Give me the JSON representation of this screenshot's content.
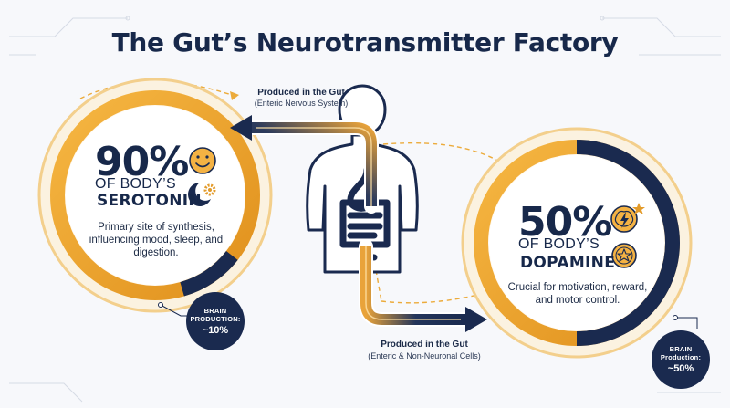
{
  "title": "The Gut’s Neurotransmitter Factory",
  "serotonin": {
    "percent": "90%",
    "of_body": "OF BODY’S",
    "name": "SEROTONIN",
    "description": [
      "Primary site of synthesis,",
      "influencing mood, sleep, and",
      "digestion."
    ],
    "badge_label": [
      "BRAIN",
      "PRODUCTION:"
    ],
    "badge_value": "~10%",
    "share": 0.9
  },
  "dopamine": {
    "percent": "50%",
    "of_body": "OF BODY’S",
    "name": "DOPAMINE",
    "description": [
      "Crucial for motivation, reward,",
      "and motor control."
    ],
    "badge_label": [
      "BRAIN",
      "Production:"
    ],
    "badge_value": "~50%",
    "share": 0.5
  },
  "top_source": {
    "title": "Produced in the Gut",
    "subtitle": "(Enteric Nervous System)"
  },
  "bottom_source": {
    "title": "Produced in the Gut",
    "subtitle": "(Enteric & Non-Neuronal Cells)"
  },
  "icons": [
    "smiley-icon",
    "moon-gear-icon",
    "brain-lightning-icon",
    "star-coin-icon",
    "human-torso-icon",
    "intestine-icon"
  ],
  "colors": {
    "navy": "#1a2a4f",
    "orange": "#f0a32a",
    "background": "#f7f8fb"
  }
}
